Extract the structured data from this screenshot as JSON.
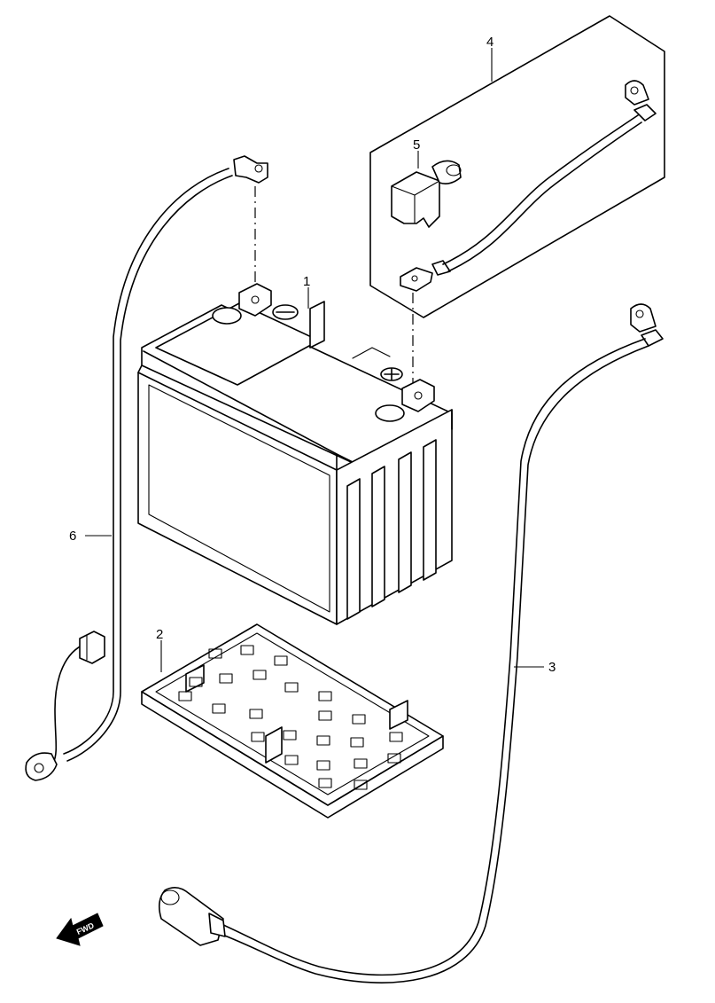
{
  "callouts": [
    {
      "id": "1",
      "label": "1"
    },
    {
      "id": "2",
      "label": "2"
    },
    {
      "id": "3",
      "label": "3"
    },
    {
      "id": "4",
      "label": "4"
    },
    {
      "id": "5",
      "label": "5"
    },
    {
      "id": "6",
      "label": "6"
    }
  ],
  "direction_indicator": {
    "label": "FWD"
  }
}
